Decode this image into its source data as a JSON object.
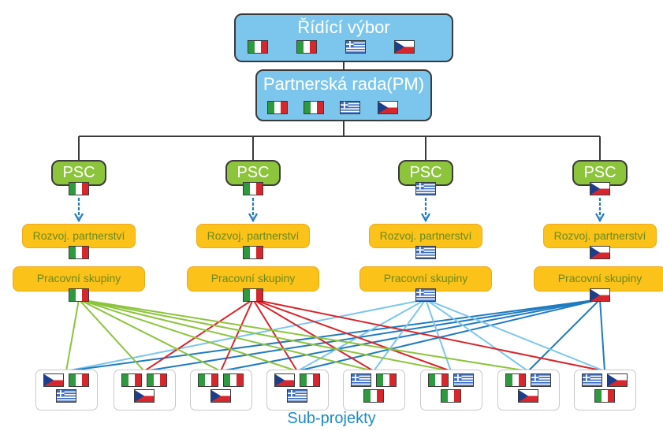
{
  "colors": {
    "blue_box": "#7cc6ee",
    "psc_green": "#8cc43c",
    "orange": "#fbc21a",
    "line_green": "#8cc43c",
    "line_red": "#d7262c",
    "line_lightblue": "#7cc6ee",
    "line_darkblue": "#1f7bbf",
    "caption_blue": "#1a8bc9",
    "arrow_blue": "#1f7bbf"
  },
  "steering": {
    "title": "Řídící výbor",
    "flags": [
      "it",
      "it",
      "gr",
      "cz"
    ]
  },
  "partner_board": {
    "title": "Partnerská rada(PM)",
    "flags": [
      "it",
      "it",
      "gr",
      "cz"
    ]
  },
  "branches": [
    {
      "psc": "PSC",
      "psc_flag": "it",
      "dev": "Rozvoj. partnerství",
      "dev_flag": "it",
      "wg": "Pracovní skupiny",
      "wg_flag": "it",
      "line_color": "line_green"
    },
    {
      "psc": "PSC",
      "psc_flag": "it",
      "dev": "Rozvoj. partnerství",
      "dev_flag": "it",
      "wg": "Pracovní skupiny",
      "wg_flag": "it",
      "line_color": "line_red"
    },
    {
      "psc": "PSC",
      "psc_flag": "gr",
      "dev": "Rozvoj. partnerství",
      "dev_flag": "gr",
      "wg": "Pracovní skupiny",
      "wg_flag": "gr",
      "line_color": "line_lightblue"
    },
    {
      "psc": "PSC",
      "psc_flag": "cz",
      "dev": "Rozvoj. partnerství",
      "dev_flag": "cz",
      "wg": "Pracovní skupiny",
      "wg_flag": "cz",
      "line_color": "line_darkblue"
    }
  ],
  "subprojects": [
    {
      "flags": [
        "cz",
        "it",
        "gr"
      ],
      "links": [
        0,
        2,
        3
      ]
    },
    {
      "flags": [
        "it",
        "it",
        "cz"
      ],
      "links": [
        0,
        1,
        3
      ]
    },
    {
      "flags": [
        "it",
        "it",
        "cz"
      ],
      "links": [
        0,
        1,
        3
      ]
    },
    {
      "flags": [
        "cz",
        "it",
        "gr"
      ],
      "links": [
        0,
        1,
        2,
        3
      ]
    },
    {
      "flags": [
        "gr",
        "it",
        "it"
      ],
      "links": [
        0,
        1,
        2
      ]
    },
    {
      "flags": [
        "it",
        "gr",
        "it"
      ],
      "links": [
        0,
        1,
        2
      ]
    },
    {
      "flags": [
        "it",
        "gr",
        "cz"
      ],
      "links": [
        0,
        2,
        3
      ]
    },
    {
      "flags": [
        "gr",
        "cz",
        "it"
      ],
      "links": [
        1,
        2,
        3
      ]
    }
  ],
  "caption": "Sub-projekty"
}
